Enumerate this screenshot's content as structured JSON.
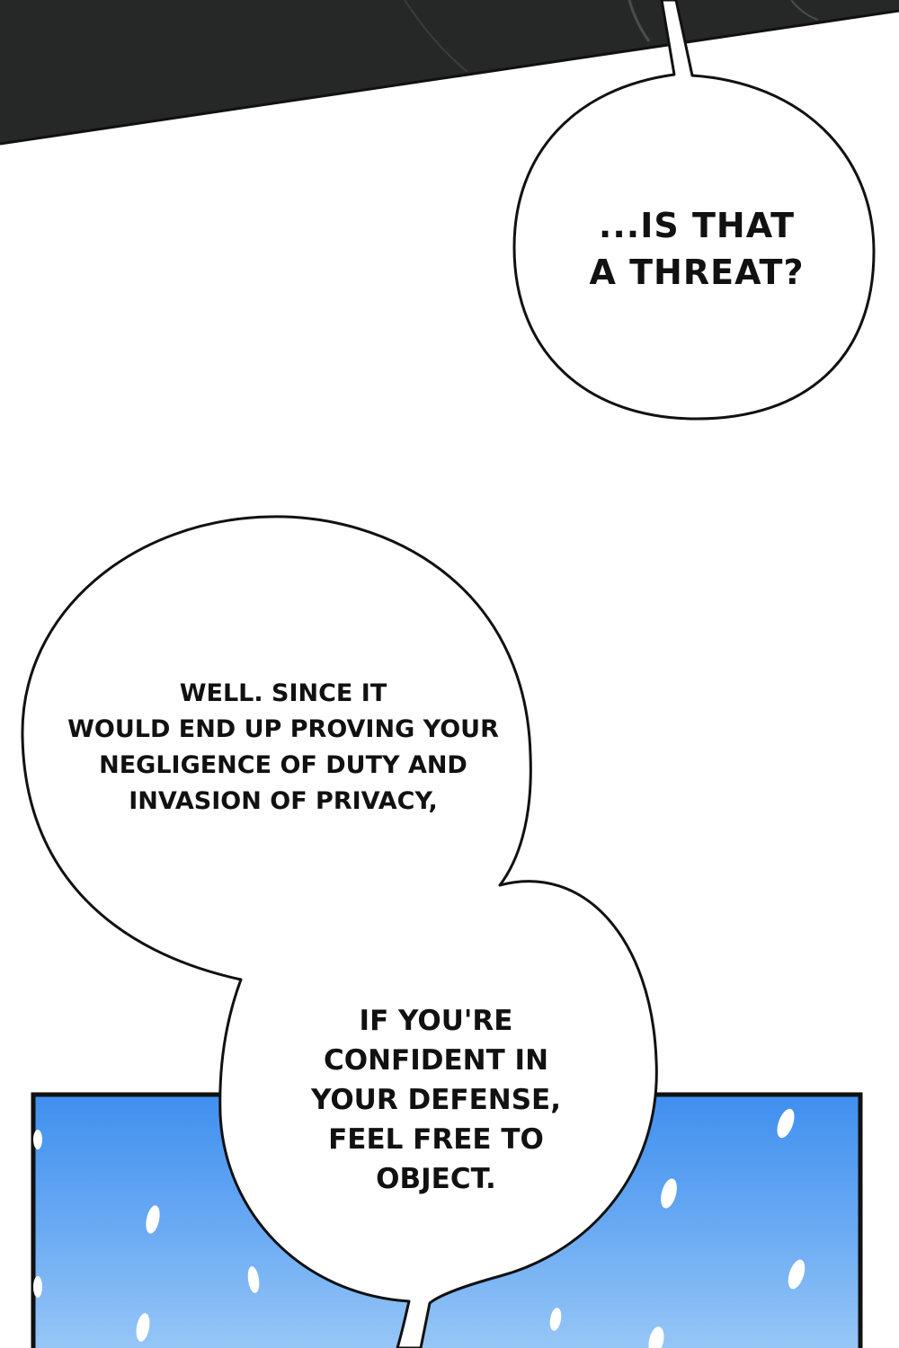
{
  "bubbles": [
    {
      "lines": [
        "...is that",
        "a threat?"
      ]
    },
    {
      "lines": [
        "well. since it",
        "would end up proving your",
        "negligence of duty and",
        "invasion of privacy,"
      ]
    },
    {
      "lines": [
        "if you're",
        "confident in",
        "your defense,",
        "feel free to",
        "object."
      ]
    }
  ],
  "colors": {
    "ink": "#111111",
    "dark_panel": "#262828",
    "sky_panel": "#6aaaf3"
  }
}
